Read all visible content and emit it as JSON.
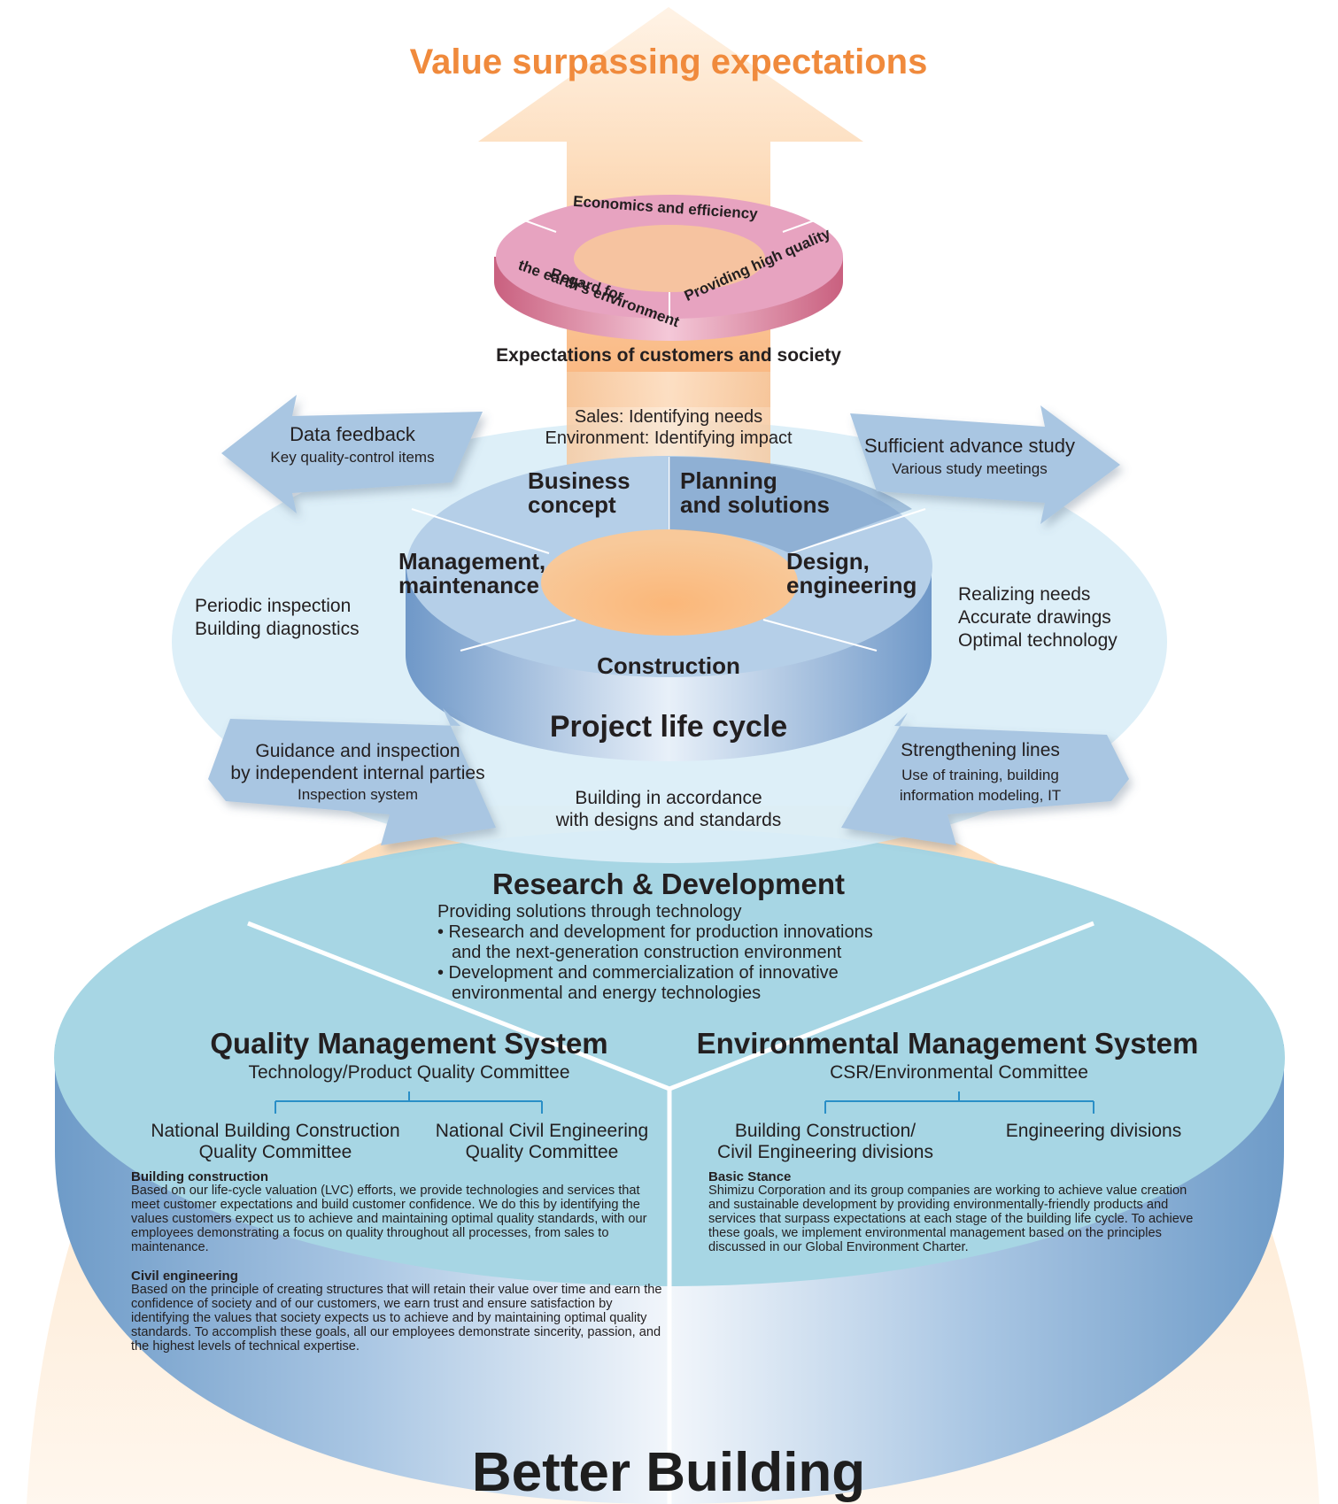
{
  "title": "Value surpassing expectations",
  "ring": {
    "economics": "Economics and efficiency",
    "quality": "Providing high quality",
    "earth_line1": "Regard for",
    "earth_line2": "the earth’s environment",
    "caption": "Expectations of customers and society"
  },
  "arrows": {
    "data_feedback": {
      "title": "Data feedback",
      "sub": "Key quality-control items"
    },
    "advance_study": {
      "title": "Sufficient advance study",
      "sub": "Various study meetings"
    },
    "guidance": {
      "title": "Guidance and inspection\nby independent internal parties",
      "sub": "Inspection system"
    },
    "strengthening": {
      "title": "Strengthening lines",
      "sub": "Use of training, building\ninformation modeling, IT"
    }
  },
  "lifecycle": {
    "top_note": "Sales: Identifying needs\nEnvironment: Identifying impact",
    "segments": {
      "business": "Business\nconcept",
      "planning": "Planning\nand solutions",
      "management": "Management,\nmaintenance",
      "design": "Design,\nengineering",
      "construction": "Construction"
    },
    "left_note": "Periodic inspection\nBuilding diagnostics",
    "right_note": "Realizing needs\nAccurate drawings\nOptimal technology",
    "title": "Project life cycle",
    "bottom_note": "Building in accordance\nwith designs and standards"
  },
  "rnd": {
    "title": "Research & Development",
    "lines": [
      "Providing solutions through technology",
      "• Research and development for production innovations",
      "and the next-generation construction environment",
      "• Development and commercialization of innovative",
      "environmental and energy technologies"
    ]
  },
  "qms": {
    "title": "Quality Management System",
    "committee": "Technology/Product Quality Committee",
    "sub_left": "National Building Construction\nQuality Committee",
    "sub_right": "National Civil Engineering\nQuality Committee",
    "bc_heading": "Building construction",
    "bc_text": "Based on our life-cycle valuation (LVC) efforts, we provide technologies and services that meet customer expectations and build customer confidence. We do this by identifying the values customers expect us to achieve and maintaining optimal quality standards, with our employees demonstrating a focus on quality throughout all processes, from sales to maintenance.",
    "ce_heading": "Civil engineering",
    "ce_text": "Based on the principle of creating structures that will retain their value over time and earn the confidence of society and of our customers, we earn trust and ensure satisfaction by identifying the values that society expects us to achieve and by maintaining optimal quality standards. To accomplish these goals, all our employees demonstrate sincerity, passion, and the highest levels of technical expertise."
  },
  "ems": {
    "title": "Environmental Management System",
    "committee": "CSR/Environmental Committee",
    "sub_left": "Building Construction/\nCivil Engineering divisions",
    "sub_right": "Engineering divisions",
    "heading": "Basic Stance",
    "text": "Shimizu Corporation and its group companies are working to achieve value creation and sustainable development by providing environmentally-friendly products and services that surpass expectations at each stage of the building life cycle. To achieve these goals, we implement environmental management based on the principles discussed in our Global Environment Charter."
  },
  "footer": "Better Building",
  "colors": {
    "title_orange": "#f08a3c",
    "ring_pink": "#e598b8",
    "arrow_blue": "#a9c6e2",
    "base_teal": "#a6d6e4",
    "disc_blue": "#a4c2e0"
  }
}
